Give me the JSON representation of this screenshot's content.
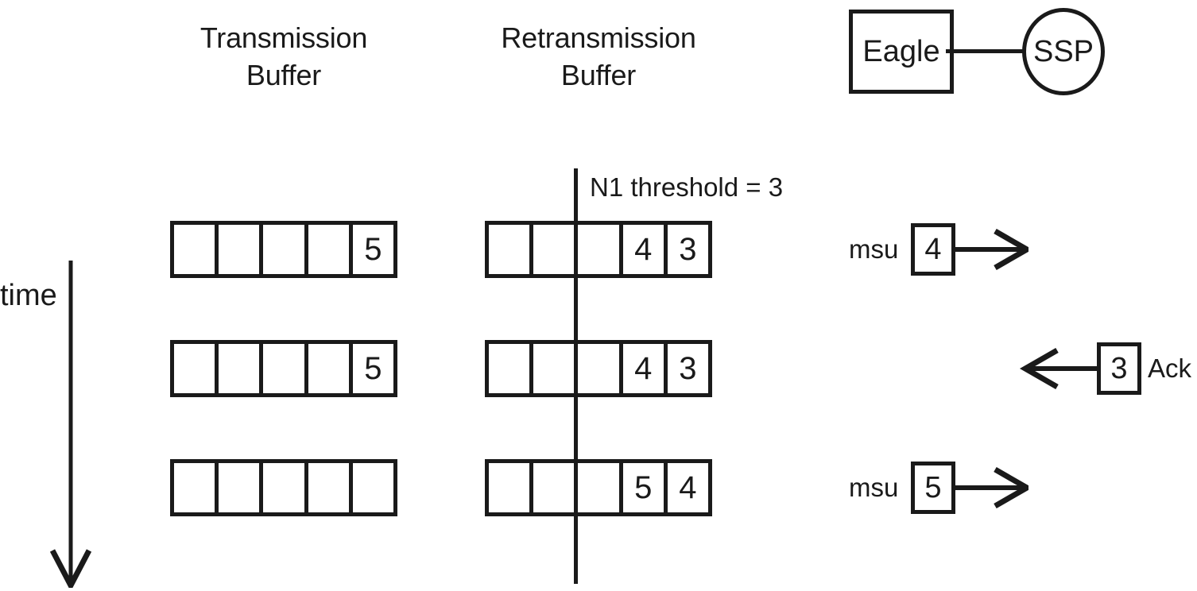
{
  "diagram": {
    "columns": [
      {
        "name": "transmission-buffer",
        "title": "Transmission\nBuffer"
      },
      {
        "name": "retransmission-buffer",
        "title": "Retransmission\nBuffer"
      }
    ],
    "legend": {
      "node_box_label": "Eagle",
      "node_ellipse_label": "SSP",
      "link_icon": "link-line-icon"
    },
    "threshold": {
      "label": "N1 threshold = 3",
      "value": 3,
      "line_icon": "vertical-threshold-line-icon"
    },
    "time_axis": {
      "label": "time",
      "icon": "down-arrow-icon",
      "direction": "down"
    },
    "rows": [
      {
        "name": "row-1",
        "transmission_cells": [
          "",
          "",
          "",
          "",
          "5"
        ],
        "retransmission_cells": [
          "",
          "",
          "",
          "4",
          "3"
        ],
        "message": {
          "label": "msu",
          "value": "4",
          "direction": "right",
          "arrow_icon": "right-arrow-icon",
          "suffix": ""
        }
      },
      {
        "name": "row-2",
        "transmission_cells": [
          "",
          "",
          "",
          "",
          "5"
        ],
        "retransmission_cells": [
          "",
          "",
          "",
          "4",
          "3"
        ],
        "message": {
          "label": "",
          "value": "3",
          "direction": "left",
          "arrow_icon": "left-arrow-icon",
          "suffix": "Ack"
        }
      },
      {
        "name": "row-3",
        "transmission_cells": [
          "",
          "",
          "",
          "",
          ""
        ],
        "retransmission_cells": [
          "",
          "",
          "",
          "5",
          "4"
        ],
        "message": {
          "label": "msu",
          "value": "5",
          "direction": "right",
          "arrow_icon": "right-arrow-icon",
          "suffix": ""
        }
      }
    ],
    "colors": {
      "stroke": "#1a1a1a",
      "background": "#ffffff"
    }
  }
}
